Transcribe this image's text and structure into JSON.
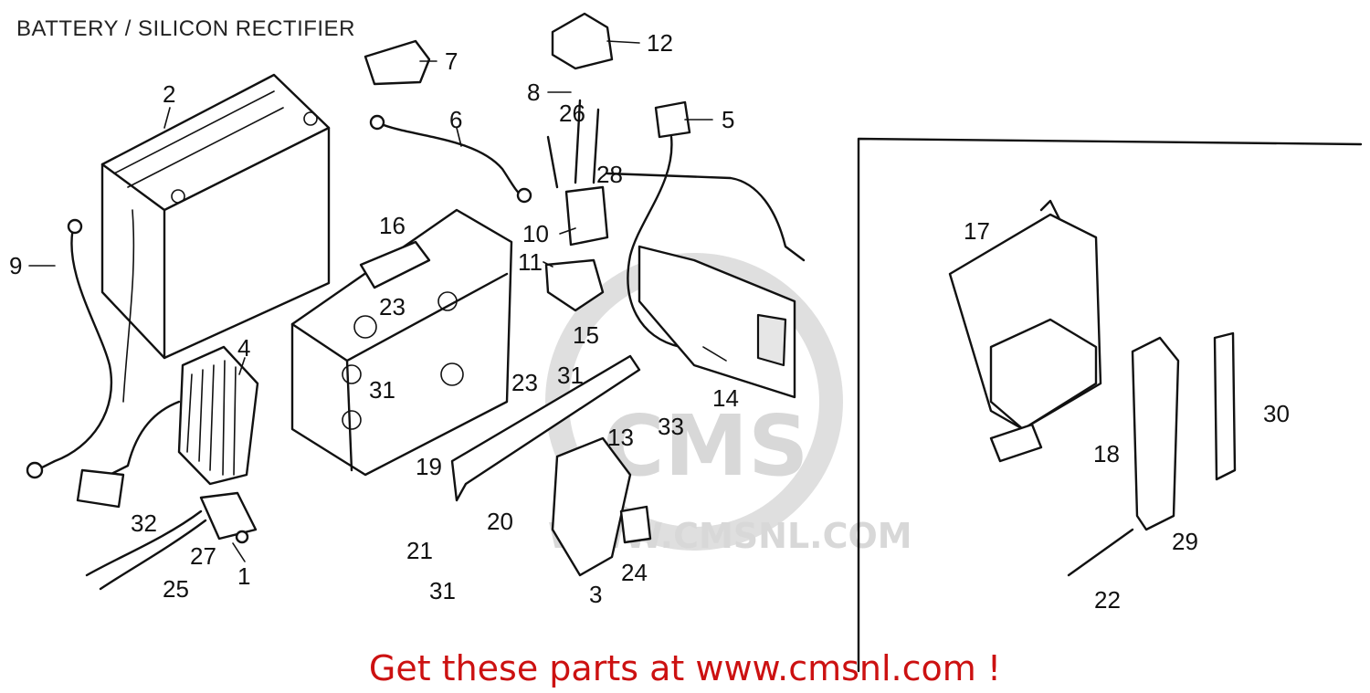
{
  "title": "BATTERY / SILICON RECTIFIER",
  "footer": "Get these parts at www.cmsnl.com !",
  "watermark": {
    "brand": "CMS",
    "url": "WWW.CMSNL.COM"
  },
  "callouts": [
    {
      "id": "c1",
      "label": "1"
    },
    {
      "id": "c2",
      "label": "2"
    },
    {
      "id": "c3",
      "label": "3"
    },
    {
      "id": "c4",
      "label": "4"
    },
    {
      "id": "c5",
      "label": "5"
    },
    {
      "id": "c6",
      "label": "6"
    },
    {
      "id": "c7",
      "label": "7"
    },
    {
      "id": "c8",
      "label": "8"
    },
    {
      "id": "c9",
      "label": "9"
    },
    {
      "id": "c10",
      "label": "10"
    },
    {
      "id": "c11",
      "label": "11"
    },
    {
      "id": "c12",
      "label": "12"
    },
    {
      "id": "c13",
      "label": "13"
    },
    {
      "id": "c14",
      "label": "14"
    },
    {
      "id": "c15",
      "label": "15"
    },
    {
      "id": "c16",
      "label": "16"
    },
    {
      "id": "c17",
      "label": "17"
    },
    {
      "id": "c18",
      "label": "18"
    },
    {
      "id": "c19",
      "label": "19"
    },
    {
      "id": "c20",
      "label": "20"
    },
    {
      "id": "c21",
      "label": "21"
    },
    {
      "id": "c22",
      "label": "22"
    },
    {
      "id": "c23a",
      "label": "23"
    },
    {
      "id": "c23b",
      "label": "23"
    },
    {
      "id": "c24",
      "label": "24"
    },
    {
      "id": "c25",
      "label": "25"
    },
    {
      "id": "c26",
      "label": "26"
    },
    {
      "id": "c27",
      "label": "27"
    },
    {
      "id": "c28",
      "label": "28"
    },
    {
      "id": "c29",
      "label": "29"
    },
    {
      "id": "c30",
      "label": "30"
    },
    {
      "id": "c31a",
      "label": "31"
    },
    {
      "id": "c31b",
      "label": "31"
    },
    {
      "id": "c31c",
      "label": "31"
    },
    {
      "id": "c32",
      "label": "32"
    },
    {
      "id": "c33",
      "label": "33"
    }
  ]
}
